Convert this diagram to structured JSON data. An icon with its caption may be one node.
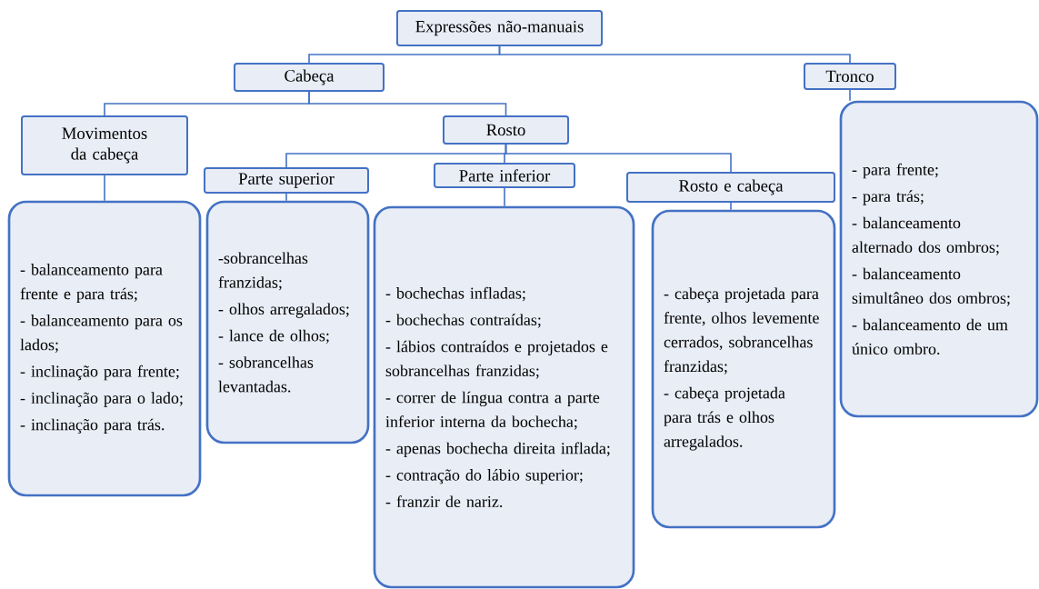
{
  "diagram": {
    "nodes": [
      {
        "text": [
          "Expressões não-manuais"
        ]
      },
      {
        "text": [
          "Cabeça"
        ]
      },
      {
        "text": [
          "Tronco"
        ]
      },
      {
        "text": [
          "Movimentos da cabeça"
        ]
      },
      {
        "text": [
          "Rosto"
        ]
      },
      {
        "text": [
          "Parte superior"
        ]
      },
      {
        "text": [
          "Parte inferior"
        ]
      },
      {
        "text": [
          "Rosto e cabeça"
        ]
      },
      {
        "text": [
          "- balanceamento para frente e para trás;",
          "- balanceamento para os lados;",
          "- inclinação para frente;",
          "- inclinação para o lado;",
          "- inclinação para trás."
        ]
      },
      {
        "text": [
          "-sobrancelhas franzidas;",
          "- olhos arregalados;",
          "- lance de olhos;",
          "- sobrancelhas levantadas."
        ]
      },
      {
        "text": [
          "- bochechas infladas;",
          "- bochechas contraídas;",
          "- lábios contraídos e projetados e sobrancelhas franzidas;",
          "- correr de língua contra a parte inferior interna da bochecha;",
          "- apenas bochecha direita inflada;",
          "- contração do lábio superior;",
          "- franzir de nariz."
        ]
      },
      {
        "text": [
          "- cabeça projetada para frente, olhos levemente cerrados, sobrancelhas franzidas;",
          "- cabeça projetada para trás e olhos arregalados."
        ]
      },
      {
        "text": [
          "- para frente;",
          "- para trás;",
          "- balanceamento alternado dos ombros;",
          "- balanceamento simultâneo dos ombros;",
          "- balanceamento de um único ombro."
        ]
      }
    ],
    "edges": [
      {
        "from": 0,
        "to": 1,
        "arrow": "none"
      },
      {
        "from": 0,
        "to": 2,
        "arrow": "none"
      },
      {
        "from": 1,
        "to": 3,
        "arrow": "none"
      },
      {
        "from": 1,
        "to": 4,
        "arrow": "none"
      },
      {
        "from": 4,
        "to": 5,
        "arrow": "none"
      },
      {
        "from": 4,
        "to": 6,
        "arrow": "none"
      },
      {
        "from": 4,
        "to": 7,
        "arrow": "none"
      },
      {
        "from": 3,
        "to": 8,
        "arrow": "none"
      },
      {
        "from": 5,
        "to": 9,
        "arrow": "none"
      },
      {
        "from": 6,
        "to": 10,
        "arrow": "none"
      },
      {
        "from": 7,
        "to": 11,
        "arrow": "none"
      },
      {
        "from": 2,
        "to": 12,
        "arrow": "none"
      }
    ]
  }
}
